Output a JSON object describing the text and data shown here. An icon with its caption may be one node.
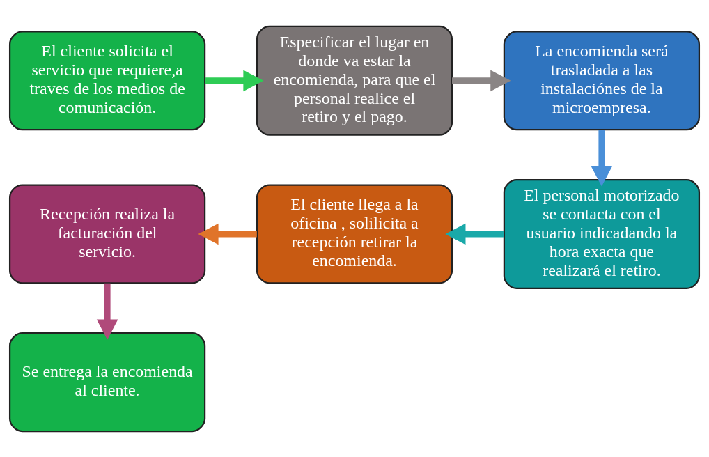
{
  "diagram": {
    "nodes": [
      {
        "text": [
          "El cliente solicita el servicio que requiere,a traves de los medios de comunicación."
        ]
      },
      {
        "text": [
          "Especificar el lugar en donde va estar la encomienda, para que el personal realice el retiro y el pago."
        ]
      },
      {
        "text": [
          "La encomienda será trasladada a las instalaciónes de la microempresa."
        ]
      },
      {
        "text": [
          "El personal motorizado se contacta con el usuario indicadando la hora exacta que realizará el retiro."
        ]
      },
      {
        "text": [
          "El cliente llega a la oficina , solilicita a recepción retirar la encomienda."
        ]
      },
      {
        "text": [
          "Recepción realiza la facturación del servicio."
        ]
      },
      {
        "text": [
          "Se entrega la encomienda al cliente."
        ]
      }
    ],
    "edges": [
      {
        "from": 0,
        "to": 1,
        "arrow": "to",
        "color": "#2ecc55"
      },
      {
        "from": 1,
        "to": 2,
        "arrow": "to",
        "color": "#8a8585"
      },
      {
        "from": 2,
        "to": 3,
        "arrow": "to",
        "color": "#4a8fd8"
      },
      {
        "from": 3,
        "to": 4,
        "arrow": "to",
        "color": "#1aa9a9"
      },
      {
        "from": 4,
        "to": 5,
        "arrow": "to",
        "color": "#e0742a"
      },
      {
        "from": 5,
        "to": 6,
        "arrow": "to",
        "color": "#b04a7a"
      }
    ]
  }
}
